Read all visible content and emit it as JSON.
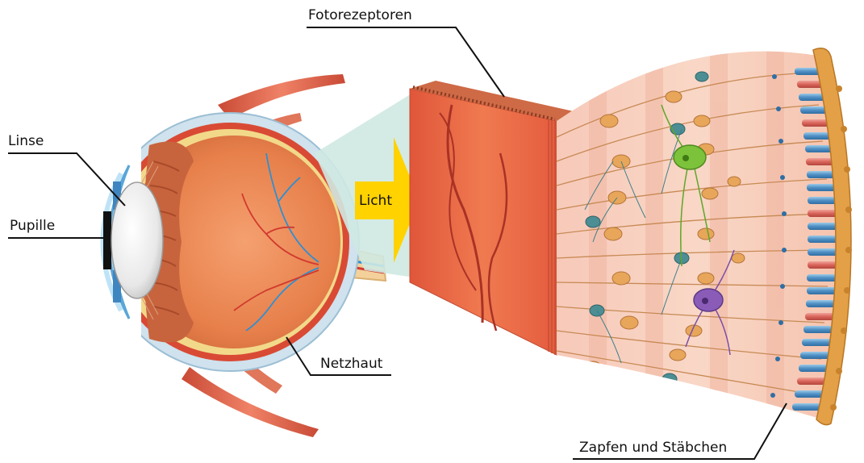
{
  "labels": {
    "linse": "Linse",
    "pupille": "Pupille",
    "netzhaut": "Netzhaut",
    "fotorezeptoren": "Fotorezeptoren",
    "zapfen_staebchen": "Zapfen und Stäbchen",
    "licht": "Licht"
  },
  "colors": {
    "muscle": "#e07155",
    "sclera": "#c9dde8",
    "retina_red": "#d94a35",
    "retina_yellow": "#f2d98a",
    "choroid_orange": "#e9824a",
    "lens": "#f0f0f0",
    "iris_blue": "#5aa6d8",
    "light_arrow": "#ffd200",
    "beam": "#cfe9e2",
    "tissue_pink": "#f7c9b9",
    "rod_blue": "#5b9fd0",
    "cone_red": "#d9645a",
    "neuron_orange": "#e8a65a",
    "neuron_teal": "#4c8e94",
    "ganglion_green": "#7cc23a",
    "ganglion_purple": "#8a5cb8",
    "outer_layer": "#e3a047"
  }
}
